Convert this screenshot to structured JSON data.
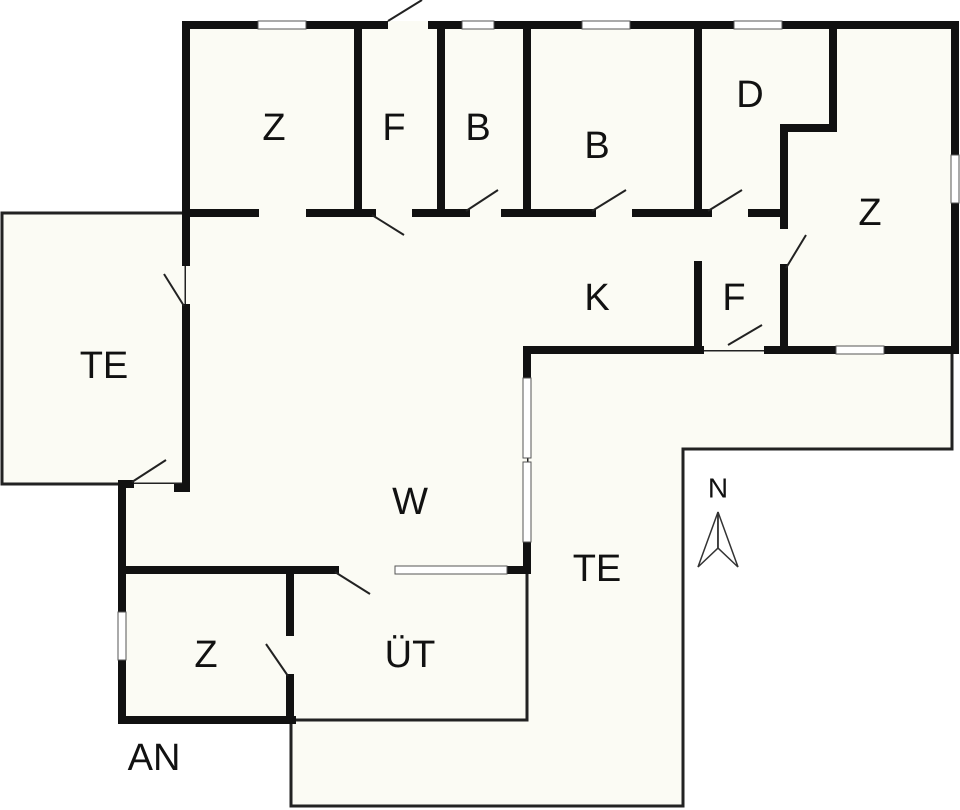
{
  "plan": {
    "colors": {
      "floor": "#fbfbf4",
      "wall": "#111111",
      "outline": "#222222",
      "window_fill": "#ffffff"
    },
    "rooms": {
      "bedroom_1": "Z",
      "hall_1": "F",
      "bath_1": "B",
      "bath_2": "B",
      "shower": "D",
      "bedroom_2": "Z",
      "hall_2": "F",
      "kitchen": "K",
      "terrace_west": "TE",
      "living": "W",
      "terrace_south": "TE",
      "bedroom_3": "Z",
      "utility": "ÜT"
    },
    "annex_label": "AN",
    "compass_label": "N"
  }
}
